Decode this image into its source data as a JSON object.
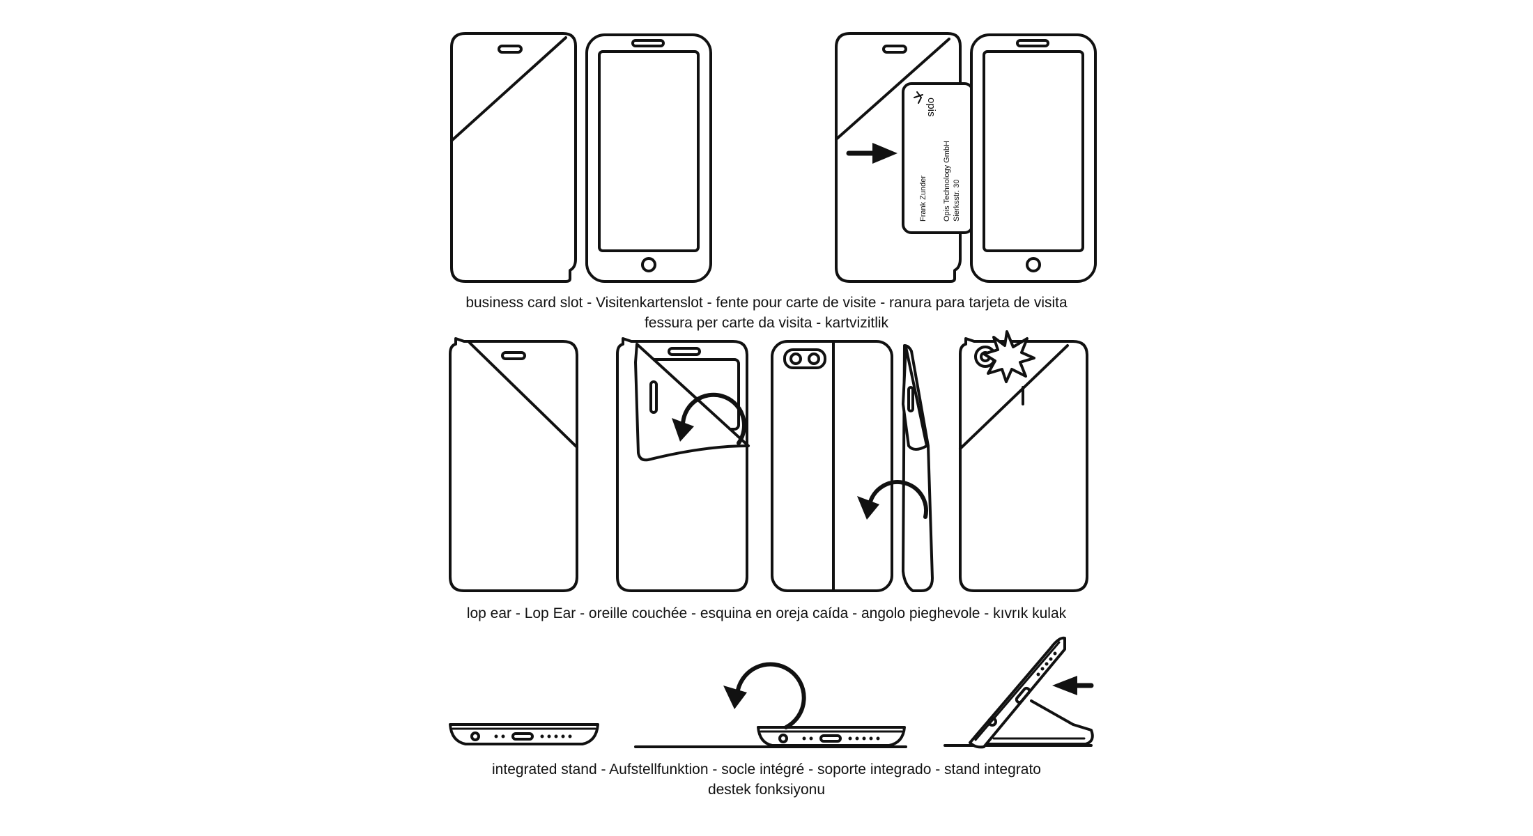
{
  "captions": {
    "section1": {
      "line1": "business card slot - Visitenkartenslot - fente pour carte de visite - ranura para tarjeta de visita",
      "line2": "fessura per carte da visita - kartvizitlik"
    },
    "section2": {
      "line1": "lop ear - Lop Ear - oreille couchée  - esquina en oreja caída - angolo pieghevole - kıvrık kulak"
    },
    "section3": {
      "line1": "integrated stand - Aufstellfunktion - socle intégré - soporte integrado - stand integrato",
      "line2": "destek fonksiyonu"
    }
  },
  "business_card": {
    "logo": "opis",
    "name": "Frank Zunder",
    "company": "Opis Technology GmbH",
    "street": "Sierksstr. 30"
  },
  "colors": {
    "stroke": "#111111",
    "background": "#ffffff"
  }
}
